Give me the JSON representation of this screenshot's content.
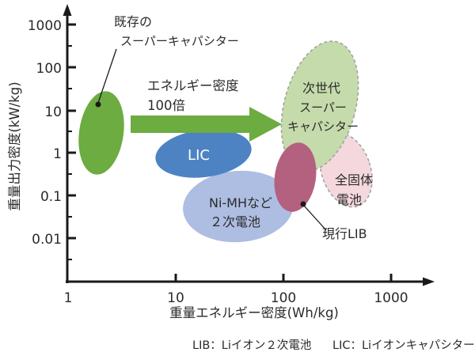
{
  "chart_data": {
    "type": "scatter",
    "title": "",
    "xlabel": "重量エネルギー密度(Wh/kg)",
    "ylabel": "重量出力密度(kW/kg)",
    "x_scale": "log",
    "y_scale": "log",
    "xlim": [
      1,
      2500
    ],
    "ylim": [
      0.002,
      2500
    ],
    "x_ticks": [
      "1",
      "10",
      "100",
      "1000"
    ],
    "y_ticks": [
      "1000",
      "100",
      "10",
      "1",
      "0.1",
      "0.01"
    ],
    "grid": false,
    "legend": "none",
    "regions": [
      {
        "name": "既存のスーパーキャパシター",
        "style": "solid",
        "color": "#6cac41",
        "x_range_wh_kg": [
          1.3,
          3.3
        ],
        "y_range_kw_kg": [
          0.3,
          28
        ]
      },
      {
        "name": "LIC",
        "style": "solid",
        "color": "#4d83c3",
        "x_range_wh_kg": [
          7,
          50
        ],
        "y_range_kw_kg": [
          0.27,
          3.4
        ]
      },
      {
        "name": "Ni-MHなど２次電池",
        "style": "solid",
        "color": "#aebde2",
        "x_range_wh_kg": [
          12,
          130
        ],
        "y_range_kw_kg": [
          0.008,
          0.4
        ]
      },
      {
        "name": "現行LIB",
        "style": "solid",
        "color": "#b4617f",
        "x_range_wh_kg": [
          85,
          200
        ],
        "y_range_kw_kg": [
          0.04,
          1.7
        ]
      },
      {
        "name": "次世代スーパーキャパシター",
        "style": "dashed-outline",
        "color": "#c5dbab",
        "x_range_wh_kg": [
          90,
          550
        ],
        "y_range_kw_kg": [
          0.34,
          450
        ]
      },
      {
        "name": "全固体電池",
        "style": "dashed-outline",
        "color": "#f4d8de",
        "x_range_wh_kg": [
          190,
          680
        ],
        "y_range_kw_kg": [
          0.05,
          2.9
        ]
      }
    ],
    "annotation_arrow": {
      "text": "エネルギー密度100倍",
      "x_from_wh_kg": 4,
      "x_to_wh_kg": 100,
      "y_kw_kg": 4.6,
      "color": "#6cac41"
    }
  },
  "labels": {
    "y_axis": "重量出力密度(kW/kg)",
    "x_axis": "重量エネルギー密度(Wh/kg)",
    "existing_supercap_line1": "既存の",
    "existing_supercap_line2": "スーパーキャパシター",
    "arrow_line1": "エネルギー密度",
    "arrow_line2": "100倍",
    "lic": "LIC",
    "nimh_line1": "Ni-MHなど",
    "nimh_line2": "２次電池",
    "next_gen_line1": "次世代",
    "next_gen_line2": "スーパー",
    "next_gen_line3": "キャパシター",
    "solid_state_line1": "全固体",
    "solid_state_line2": "電池",
    "current_lib": "現行LIB",
    "footnote_lib": "LIB：Liイオン２次電池",
    "footnote_lic": "LIC：Liイオンキャパシター"
  },
  "colors": {
    "existing_supercap": "#6cac41",
    "arrow": "#6cac41",
    "lic": "#4d83c3",
    "nimh": "#aebde2",
    "current_lib": "#b4617f",
    "next_gen_supercap_fill": "#c5dbab",
    "solid_state_fill": "#f4d8de",
    "dashed_outline": "#9aa39a",
    "axis": "#1a1a1a",
    "text": "#2b2b2b"
  }
}
